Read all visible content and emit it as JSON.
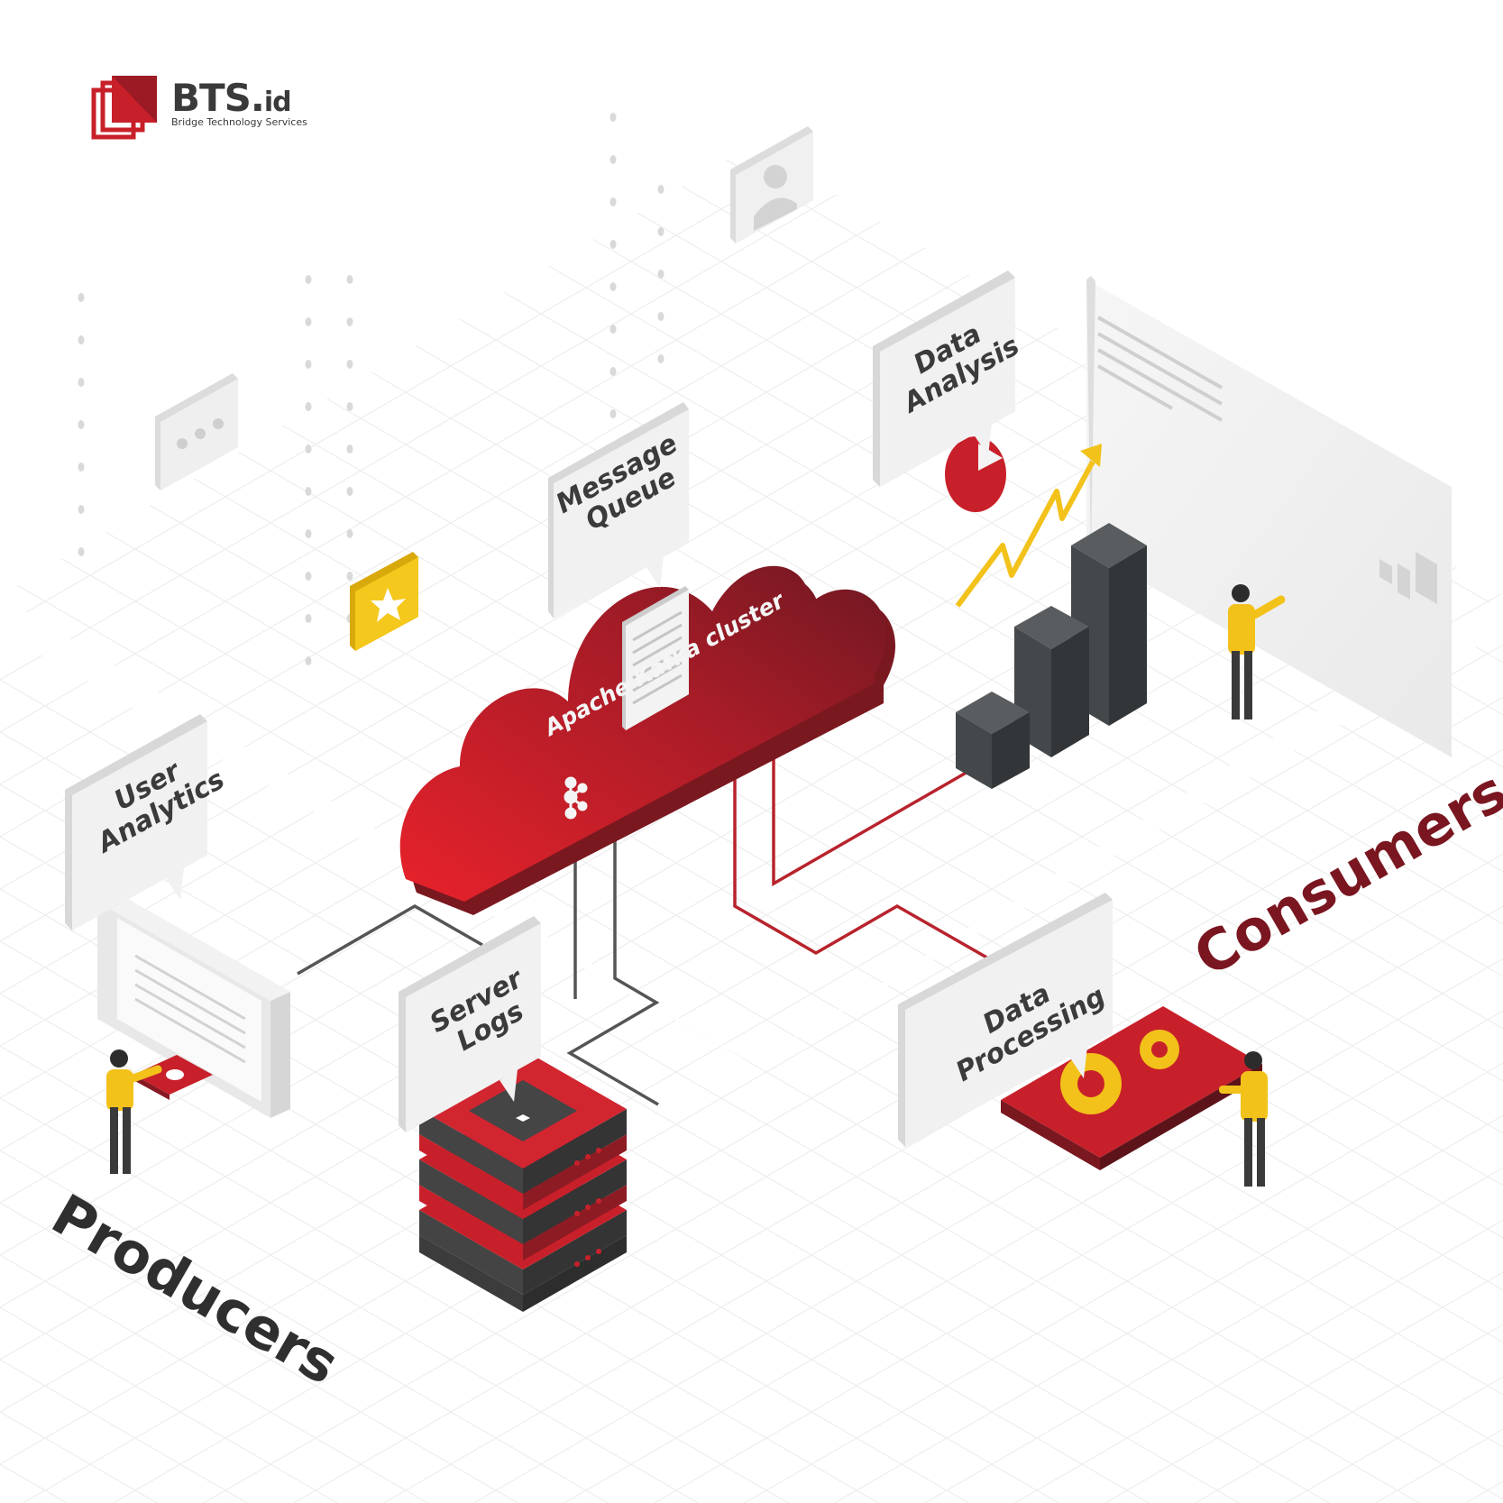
{
  "brand": {
    "name": "BTS.",
    "name_suffix": "id",
    "tagline": "Bridge Technology Services"
  },
  "cluster": {
    "label": "Apache Kafka cluster"
  },
  "callouts": {
    "message_queue": [
      "Message",
      "Queue"
    ],
    "data_analysis": [
      "Data",
      "Analysis"
    ],
    "user_analytics": [
      "User",
      "Analytics"
    ],
    "server_logs": [
      "Server",
      "Logs"
    ],
    "data_processing": [
      "Data",
      "Processing"
    ]
  },
  "groups": {
    "producers": "Producers",
    "consumers": "Consumers"
  },
  "colors": {
    "brand_red": "#c8202a",
    "dark_red": "#7d1a22",
    "consumer_text": "#7a1620",
    "producer_text": "#2f2f2f",
    "accent_yellow": "#f2c21a",
    "dark_gray": "#4a4d4e"
  },
  "icons": [
    "chat-icon",
    "user-icon",
    "star-icon",
    "document-icon",
    "pie-chart-icon",
    "trend-arrow-icon",
    "gear-icon",
    "kafka-logo-icon"
  ]
}
